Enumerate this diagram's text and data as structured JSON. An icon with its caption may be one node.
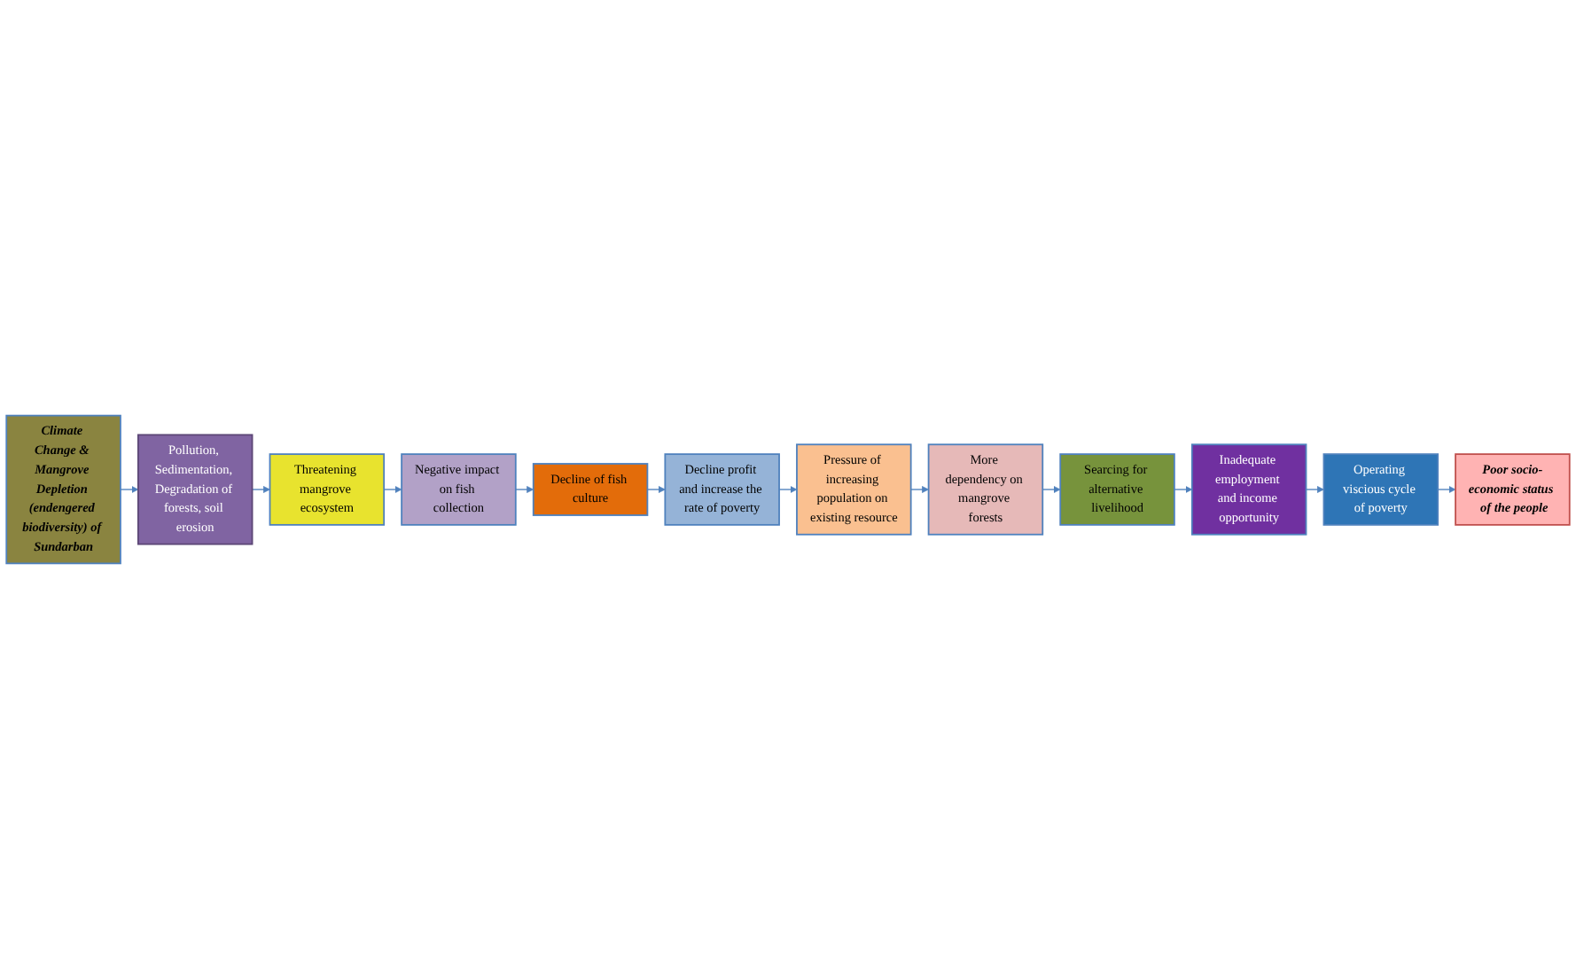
{
  "diagram": {
    "nodes": [
      {
        "text": [
          "Climate Change & Mangrove Depletion (endengered biodiversity) of Sundarban"
        ]
      },
      {
        "text": [
          "Pollution, Sedimentation, Degradation of forests, soil erosion"
        ]
      },
      {
        "text": [
          "Threatening mangrove ecosystem"
        ]
      },
      {
        "text": [
          "Negative impact on fish collection"
        ]
      },
      {
        "text": [
          "Decline of fish culture"
        ]
      },
      {
        "text": [
          "Decline profit and increase the rate of poverty"
        ]
      },
      {
        "text": [
          "Pressure of increasing population on existing resource"
        ]
      },
      {
        "text": [
          "More dependency on mangrove forests"
        ]
      },
      {
        "text": [
          "Searcing for alternative livelihood"
        ]
      },
      {
        "text": [
          "Inadequate employment and income opportunity"
        ]
      },
      {
        "text": [
          "Operating viscious cycle of poverty"
        ]
      },
      {
        "text": [
          "Poor socio-economic status  of the people"
        ]
      }
    ],
    "edges": [
      {
        "from": 0,
        "to": 1,
        "arrow": "to"
      },
      {
        "from": 1,
        "to": 2,
        "arrow": "to"
      },
      {
        "from": 2,
        "to": 3,
        "arrow": "to"
      },
      {
        "from": 3,
        "to": 4,
        "arrow": "to"
      },
      {
        "from": 4,
        "to": 5,
        "arrow": "to"
      },
      {
        "from": 5,
        "to": 6,
        "arrow": "to"
      },
      {
        "from": 6,
        "to": 7,
        "arrow": "to"
      },
      {
        "from": 7,
        "to": 8,
        "arrow": "to"
      },
      {
        "from": 8,
        "to": 9,
        "arrow": "to"
      },
      {
        "from": 9,
        "to": 10,
        "arrow": "to"
      },
      {
        "from": 10,
        "to": 11,
        "arrow": "to"
      }
    ]
  }
}
